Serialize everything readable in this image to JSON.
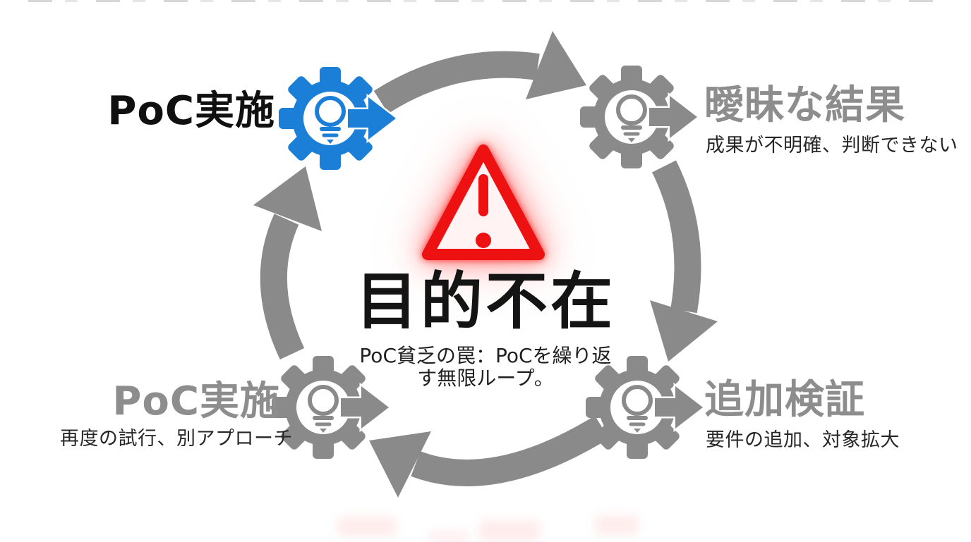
{
  "center": {
    "alert_title": "目的不在",
    "alert_desc_line1": "PoC貧乏の罠：PoCを繰り返",
    "alert_desc_line2": "す無限ループ。"
  },
  "nodes": {
    "top_left": {
      "title": "PoC実施"
    },
    "top_right": {
      "title": "曖昧な結果",
      "subtitle": "成果が不明確、判断できない"
    },
    "bottom_right": {
      "title": "追加検証",
      "subtitle": "要件の追加、対象拡大"
    },
    "bottom_left": {
      "title": "PoC実施",
      "subtitle": "再度の試行、別アプローチ"
    }
  },
  "icons": {
    "node_icon": "gear-lightbulb-arrow-icon",
    "center_icon": "warning-triangle-icon",
    "flow_arrows": [
      "cycle-arrow-top",
      "cycle-arrow-right",
      "cycle-arrow-bottom",
      "cycle-arrow-left"
    ]
  },
  "colors": {
    "accent_blue": "#1b7fd8",
    "gray": "#8a8a8a",
    "title_gray": "#8d8d8d",
    "alert_red": "#ee1111",
    "text_dark": "#1c1c1c"
  }
}
